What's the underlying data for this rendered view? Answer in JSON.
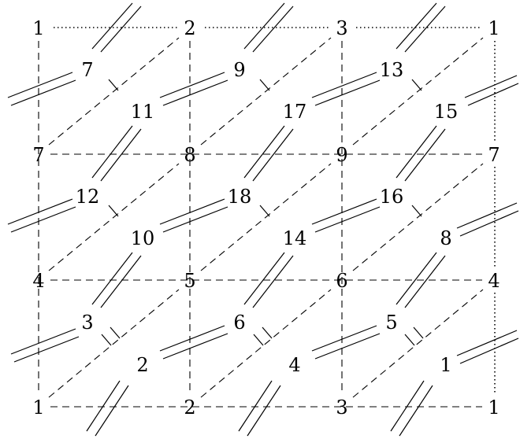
{
  "grid_labels": [
    [
      "1",
      "2",
      "3",
      "1"
    ],
    [
      "7",
      "8",
      "9",
      "7"
    ],
    [
      "4",
      "5",
      "6",
      "4"
    ],
    [
      "1",
      "2",
      "3",
      "1"
    ]
  ],
  "cell_labels": [
    [
      "7",
      "11",
      "9",
      "17",
      "13",
      "15"
    ],
    [
      "12",
      "10",
      "18",
      "14",
      "16",
      "8"
    ],
    [
      "3",
      "2",
      "6",
      "4",
      "5",
      "1"
    ]
  ]
}
